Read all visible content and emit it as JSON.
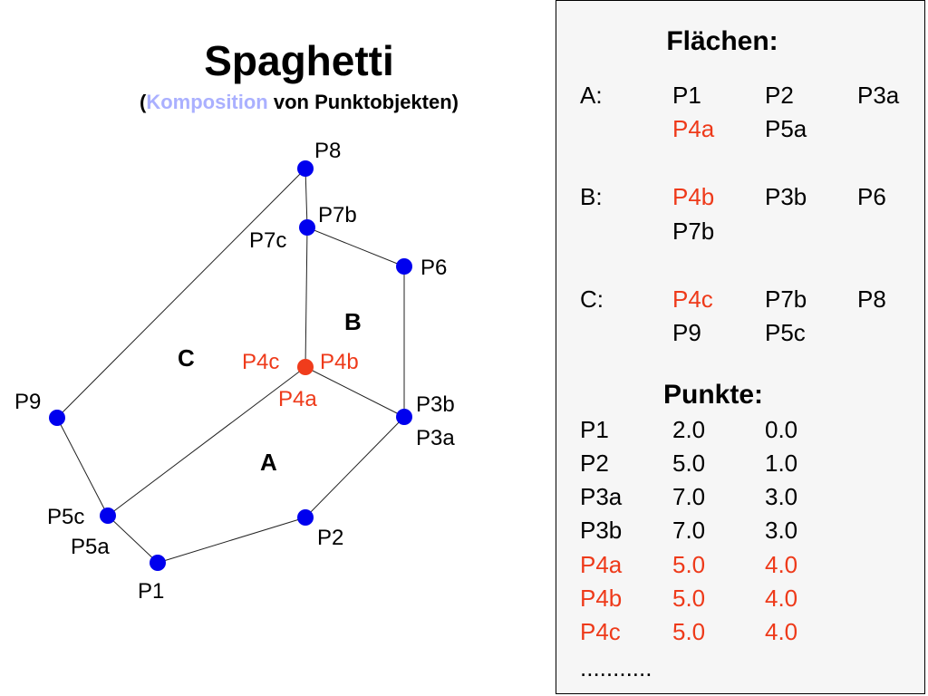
{
  "title": "Spaghetti",
  "subtitle": {
    "open": "(",
    "highlight": "Komposition",
    "rest": " von Punktobjekten)"
  },
  "colors": {
    "point": "#0000ee",
    "shared_point": "#f03c1c",
    "highlight": "#aab0ff",
    "text_red": "#ee3a1a"
  },
  "diagram": {
    "points": [
      {
        "id": "P8",
        "label": "P8"
      },
      {
        "id": "P7",
        "label_a": "P7b",
        "label_b": "P7c"
      },
      {
        "id": "P6",
        "label": "P6"
      },
      {
        "id": "P4",
        "label_a": "P4c",
        "label_b": "P4b",
        "label_c": "P4a"
      },
      {
        "id": "P3",
        "label_a": "P3b",
        "label_b": "P3a"
      },
      {
        "id": "P9",
        "label": "P9"
      },
      {
        "id": "P5",
        "label_a": "P5c",
        "label_b": "P5a"
      },
      {
        "id": "P2",
        "label": "P2"
      },
      {
        "id": "P1",
        "label": "P1"
      }
    ],
    "areas": {
      "a": "A",
      "b": "B",
      "c": "C"
    }
  },
  "panel": {
    "faces_heading": "Flächen:",
    "faces": [
      {
        "name": "A:",
        "lines": [
          [
            "P1",
            "P2",
            "P3a"
          ],
          [
            "P4a",
            "P5a"
          ]
        ]
      },
      {
        "name": "B:",
        "lines": [
          [
            "P4b",
            "P3b",
            "P6"
          ],
          [
            "P7b"
          ]
        ]
      },
      {
        "name": "C:",
        "lines": [
          [
            "P4c",
            "P7b",
            "P8"
          ],
          [
            "P9",
            "P5c"
          ]
        ]
      }
    ],
    "points_heading": "Punkte:",
    "points_table": [
      {
        "name": "P1",
        "x": "2.0",
        "y": "0.0"
      },
      {
        "name": "P2",
        "x": "5.0",
        "y": "1.0"
      },
      {
        "name": "P3a",
        "x": "7.0",
        "y": "3.0"
      },
      {
        "name": "P3b",
        "x": "7.0",
        "y": "3.0"
      },
      {
        "name": "P4a",
        "x": "5.0",
        "y": "4.0"
      },
      {
        "name": "P4b",
        "x": "5.0",
        "y": "4.0"
      },
      {
        "name": "P4c",
        "x": "5.0",
        "y": "4.0"
      }
    ],
    "ellipsis": "..........."
  }
}
